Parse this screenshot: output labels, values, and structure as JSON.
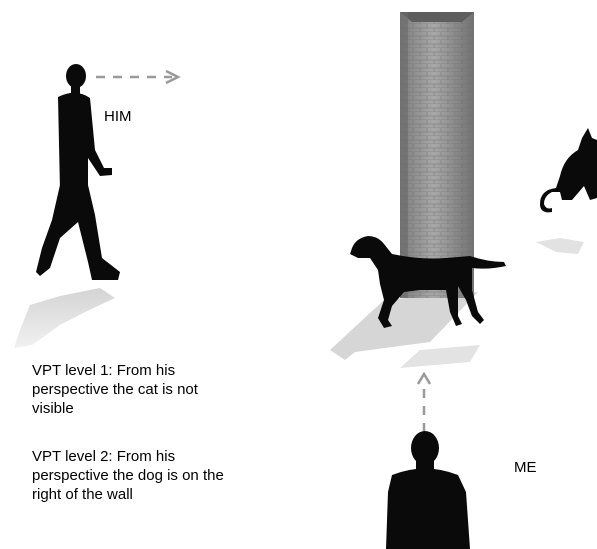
{
  "labels": {
    "him": "HIM",
    "me": "ME"
  },
  "vpt_level_1": {
    "lines": [
      "VPT level 1: From his",
      "perspective the cat is not",
      "visible"
    ]
  },
  "vpt_level_2": {
    "lines": [
      "VPT level 2: From his",
      "perspective the dog is on the",
      "right of the wall"
    ]
  },
  "colors": {
    "silhouette": "#0a0a0a",
    "shadow": "#d9d9d9",
    "arrow": "#9a9a9a",
    "wall": "#8f8f8f"
  },
  "icons": {
    "him": "walking-man-icon",
    "me": "man-from-behind-icon",
    "dog": "dog-icon",
    "cat": "cat-icon",
    "wall": "brick-wall-icon"
  }
}
